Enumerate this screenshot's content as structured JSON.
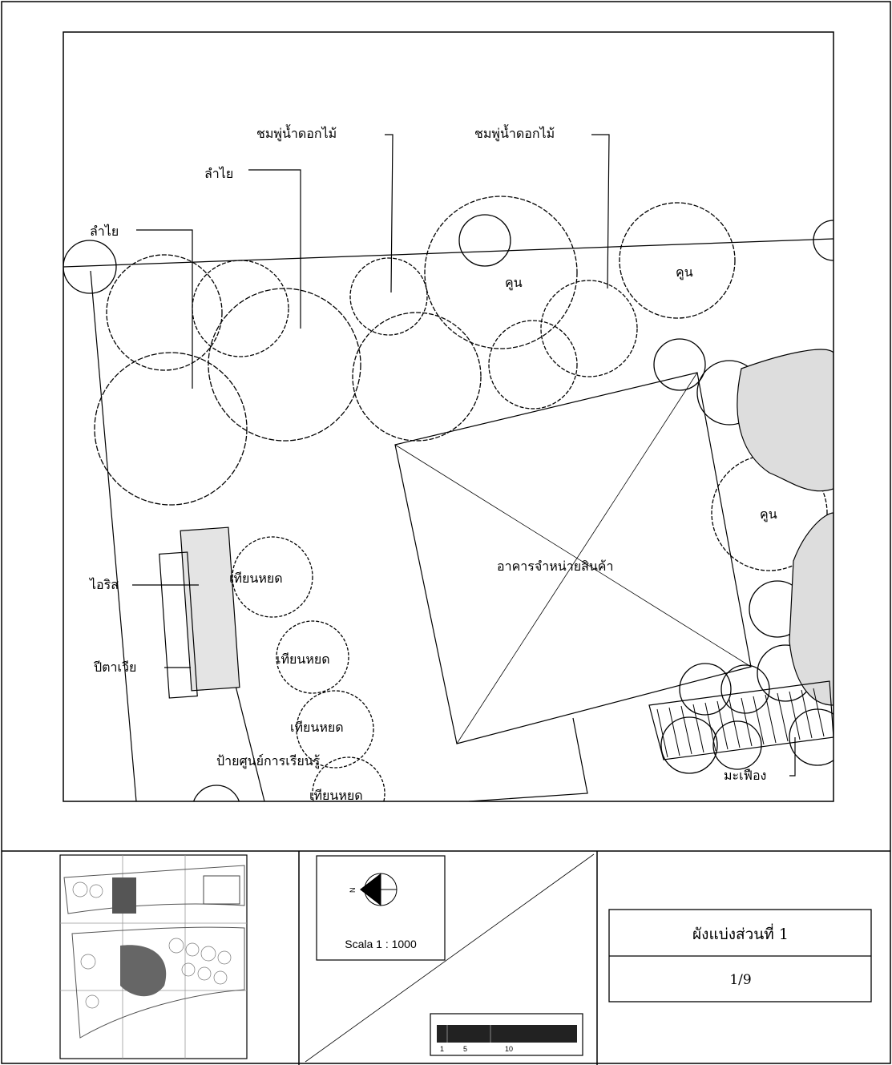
{
  "plan": {
    "tree_labels": {
      "chomphu_1": "ชมพู่น้ำดอกไม้",
      "chomphu_2": "ชมพู่น้ำดอกไม้",
      "lamyai_1": "ลำไย",
      "lamyai_2": "ลำไย",
      "khun_1": "คูน",
      "khun_2": "คูน",
      "khun_3": "คูน",
      "iris": "ไอริส",
      "pittawia": "ปีตาเวีย",
      "thian_1": "เทียนหยด",
      "thian_2": "เทียนหยด",
      "thian_3": "เทียนหยด",
      "thian_4": "เทียนหยด",
      "sign": "ป้ายศูนย์การเรียนรู้",
      "mafueang": "มะเฟือง",
      "building": "อาคารจำหน่ายสินค้า"
    }
  },
  "legend": {
    "scale_label": "Scala 1 : 1000",
    "north_letter": "N",
    "scalebar_ticks": [
      "1",
      "5",
      "10"
    ]
  },
  "title_block": {
    "title": "ผังแบ่งส่วนที่  1",
    "sheet": "1/9"
  }
}
